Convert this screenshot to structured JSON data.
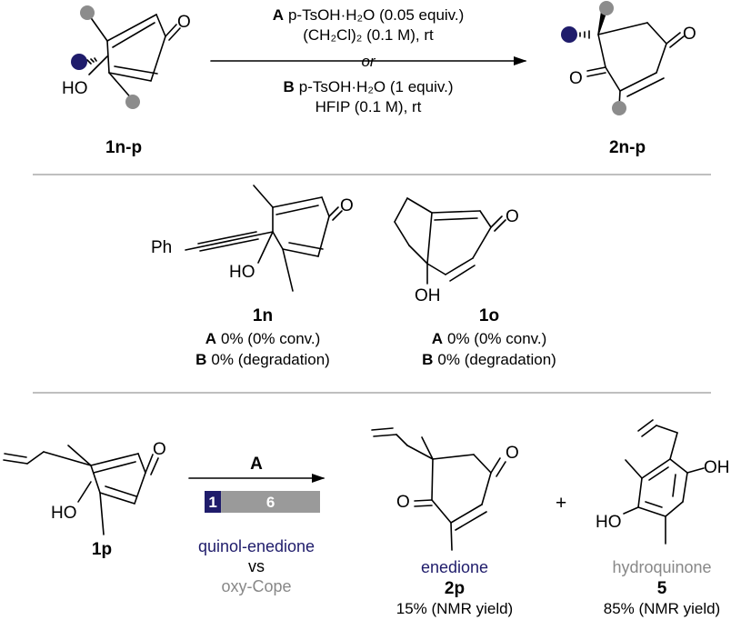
{
  "top": {
    "start_label": "1n-p",
    "product_label": "2n-p",
    "ketone_O": "O",
    "hydroxy": "HO",
    "condA": {
      "letter": "A",
      "reagent": "p-TsOH·H₂O (0.05 equiv.)",
      "solvent": "(CH₂Cl)₂ (0.1 M), rt"
    },
    "or_text": "or",
    "condB": {
      "letter": "B",
      "reagent": "p-TsOH·H₂O (1 equiv.)",
      "solvent": "HFIP (0.1 M), rt"
    }
  },
  "middle": {
    "c1n": {
      "label": "1n",
      "ph": "Ph",
      "oh": "HO",
      "o": "O",
      "lineA_letter": "A",
      "lineA": "0% (0% conv.)",
      "lineB_letter": "B",
      "lineB": "0% (degradation)"
    },
    "c1o": {
      "label": "1o",
      "oh": "OH",
      "o": "O",
      "lineA_letter": "A",
      "lineA": "0% (0% conv.)",
      "lineB_letter": "B",
      "lineB": "0% (degradation)"
    }
  },
  "bottom": {
    "start_label": "1p",
    "arrow_letter": "A",
    "ratio_left": "1",
    "ratio_right": "6",
    "ratio_values": [
      1,
      6
    ],
    "legend1": "quinol-enedione",
    "vs": "vs",
    "legend2": "oxy-Cope",
    "enedione_name": "enedione",
    "enedione_label": "2p",
    "enedione_yield": "15% (NMR yield)",
    "plus": "+",
    "hq_name": "hydroquinone",
    "hq_label": "5",
    "hq_yield": "85% (NMR yield)",
    "oh": "OH",
    "ho": "HO",
    "o": "O"
  },
  "colors": {
    "navy": "#1f1c6b",
    "gray": "#888888",
    "divider": "#999999",
    "bar_gray": "#9a9a9a"
  }
}
